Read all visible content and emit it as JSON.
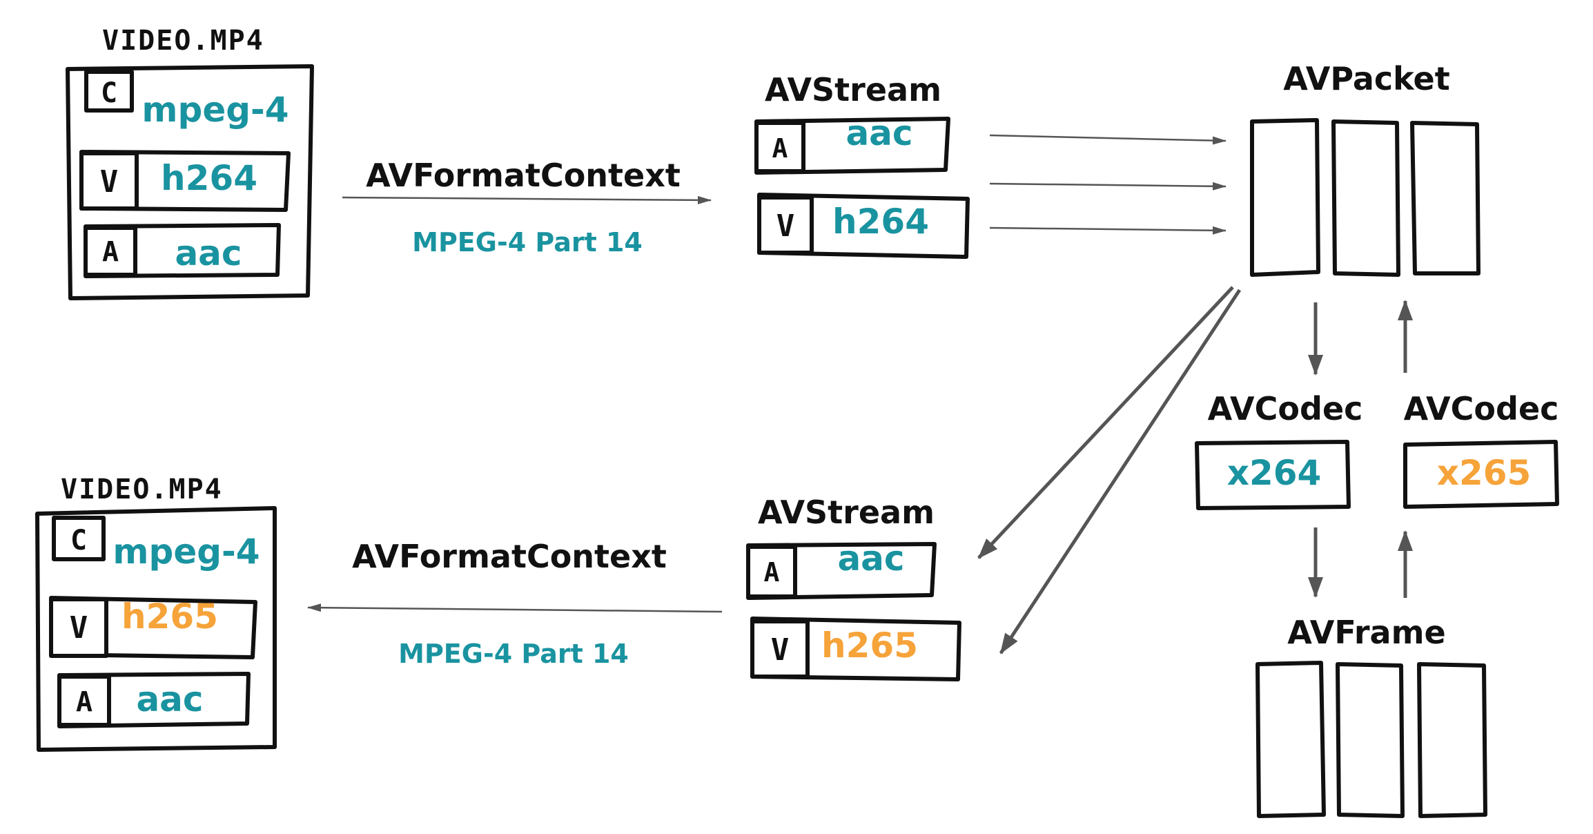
{
  "colors": {
    "teal": "#1a93a0",
    "orange": "#f6a33a",
    "ink": "#111111",
    "arrow": "#555555"
  },
  "input_file": {
    "filename": "VIDEO.MP4",
    "tracks": [
      {
        "badge": "C",
        "codec": "mpeg-4",
        "color": "teal"
      },
      {
        "badge": "V",
        "codec": "h264",
        "color": "teal"
      },
      {
        "badge": "A",
        "codec": "aac",
        "color": "teal"
      }
    ]
  },
  "output_file": {
    "filename": "VIDEO.MP4",
    "tracks": [
      {
        "badge": "C",
        "codec": "mpeg-4",
        "color": "teal"
      },
      {
        "badge": "V",
        "codec": "h265",
        "color": "orange"
      },
      {
        "badge": "A",
        "codec": "aac",
        "color": "teal"
      }
    ]
  },
  "demux": {
    "label": "AVFormatContext",
    "format": "MPEG-4 Part 14"
  },
  "mux": {
    "label": "AVFormatContext",
    "format": "MPEG-4 Part 14"
  },
  "input_streams": {
    "label": "AVStream",
    "tracks": [
      {
        "badge": "A",
        "codec": "aac",
        "color": "teal"
      },
      {
        "badge": "V",
        "codec": "h264",
        "color": "teal"
      }
    ]
  },
  "output_streams": {
    "label": "AVStream",
    "tracks": [
      {
        "badge": "A",
        "codec": "aac",
        "color": "teal"
      },
      {
        "badge": "V",
        "codec": "h265",
        "color": "orange"
      }
    ]
  },
  "packets": {
    "label": "AVPacket",
    "count": 3
  },
  "decoder": {
    "label": "AVCodec",
    "codec": "x264",
    "color": "teal"
  },
  "encoder": {
    "label": "AVCodec",
    "codec": "x265",
    "color": "orange"
  },
  "frames": {
    "label": "AVFrame",
    "count": 3
  }
}
